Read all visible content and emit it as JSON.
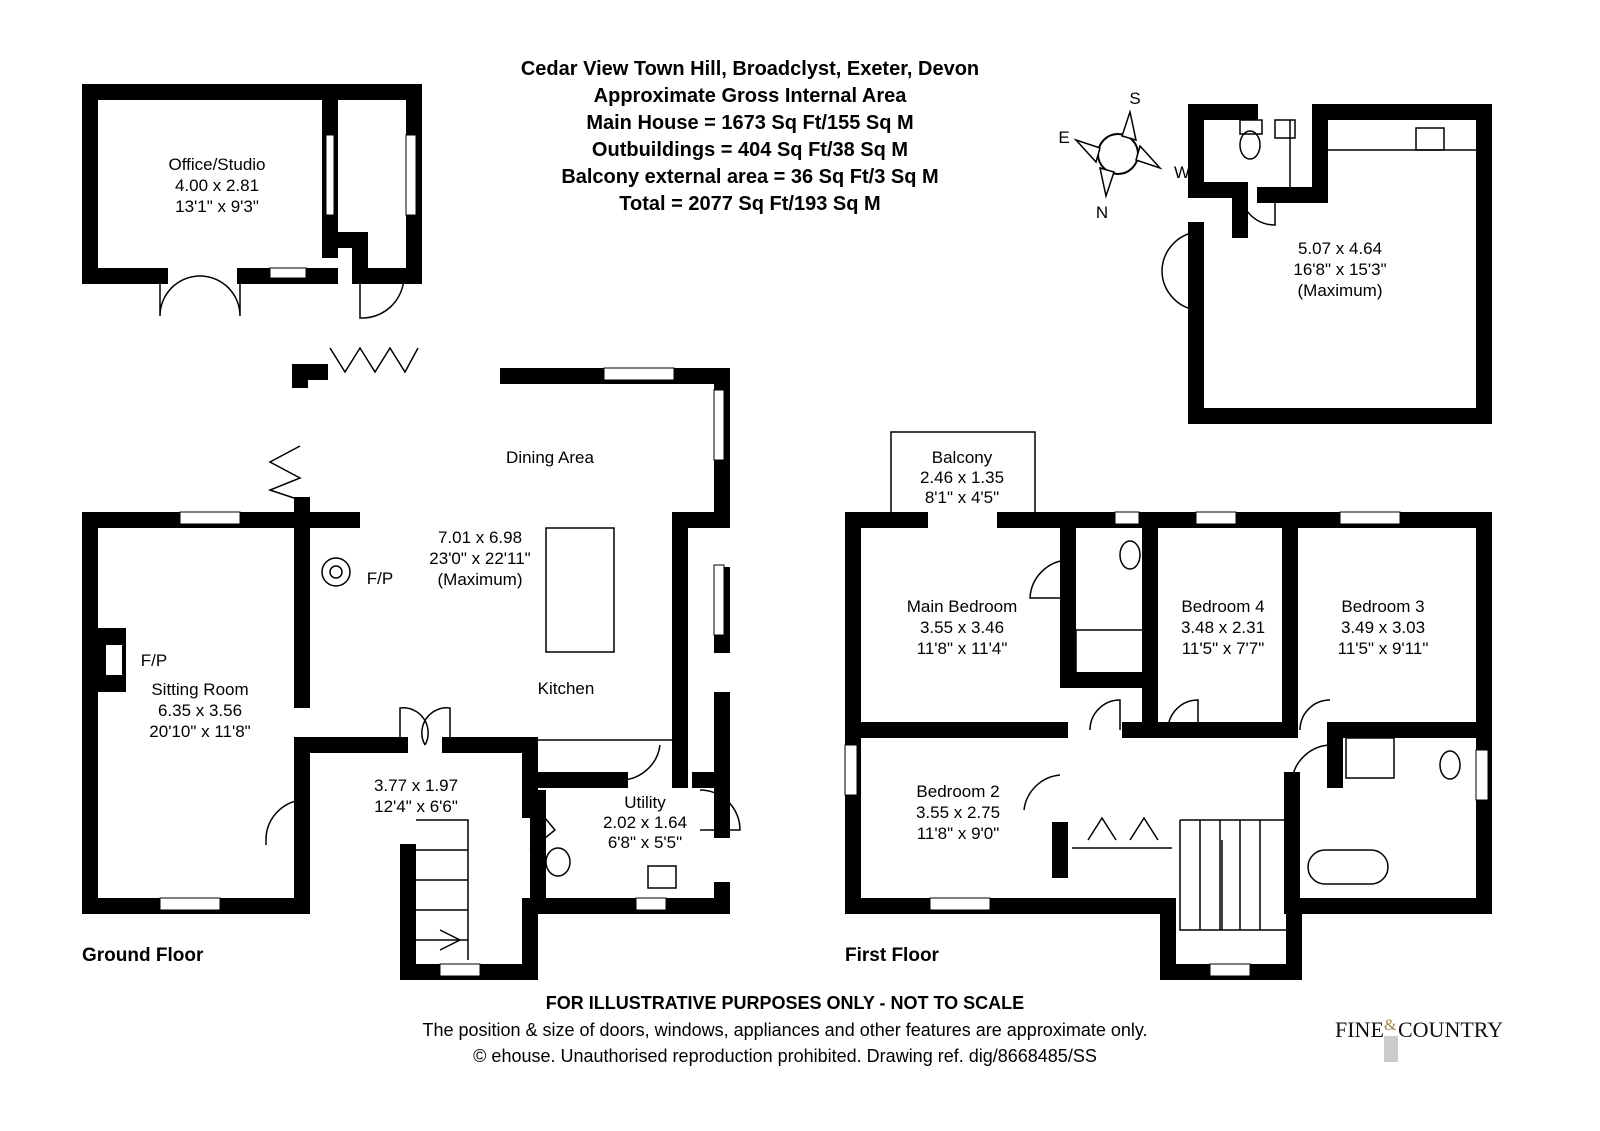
{
  "header": {
    "title": "Cedar View Town Hill, Broadclyst, Exeter, Devon",
    "lines": [
      "Approximate Gross Internal Area",
      "Main House = 1673 Sq Ft/155 Sq M",
      "Outbuildings = 404 Sq Ft/38 Sq M",
      "Balcony external area = 36 Sq Ft/3 Sq M",
      "Total = 2077 Sq Ft/193 Sq M"
    ]
  },
  "compass": {
    "n": "N",
    "s": "S",
    "e": "E",
    "w": "W"
  },
  "rooms": {
    "office": [
      "Office/Studio",
      "4.00 x 2.81",
      "13'1\" x 9'3\""
    ],
    "outbuilding": [
      "5.07 x 4.64",
      "16'8\" x 15'3\"",
      "(Maximum)"
    ],
    "dining": "Dining Area",
    "kitchen_dims": [
      "7.01 x 6.98",
      "23'0\" x 22'11\"",
      "(Maximum)"
    ],
    "kitchen": "Kitchen",
    "fp1": "F/P",
    "fp2": "F/P",
    "sitting": [
      "Sitting Room",
      "6.35 x 3.56",
      "20'10\" x 11'8\""
    ],
    "hall": [
      "3.77 x 1.97",
      "12'4\" x 6'6\""
    ],
    "utility": [
      "Utility",
      "2.02 x 1.64",
      "6'8\" x 5'5\""
    ],
    "balcony": [
      "Balcony",
      "2.46 x 1.35",
      "8'1\" x 4'5\""
    ],
    "main_bedroom": [
      "Main Bedroom",
      "3.55 x 3.46",
      "11'8\" x 11'4\""
    ],
    "bedroom4": [
      "Bedroom 4",
      "3.48 x 2.31",
      "11'5\" x 7'7\""
    ],
    "bedroom3": [
      "Bedroom 3",
      "3.49 x 3.03",
      "11'5\" x 9'11\""
    ],
    "bedroom2": [
      "Bedroom 2",
      "3.55 x 2.75",
      "11'8\" x 9'0\""
    ]
  },
  "floors": {
    "ground": "Ground Floor",
    "first": "First Floor"
  },
  "footer": {
    "disclaimer": "FOR ILLUSTRATIVE PURPOSES ONLY - NOT TO SCALE",
    "note": "The position & size of doors, windows, appliances and other features are approximate only.",
    "copyright": "© ehouse. Unauthorised reproduction prohibited. Drawing ref. dig/8668485/SS"
  },
  "logo": "FINE & COUNTRY"
}
